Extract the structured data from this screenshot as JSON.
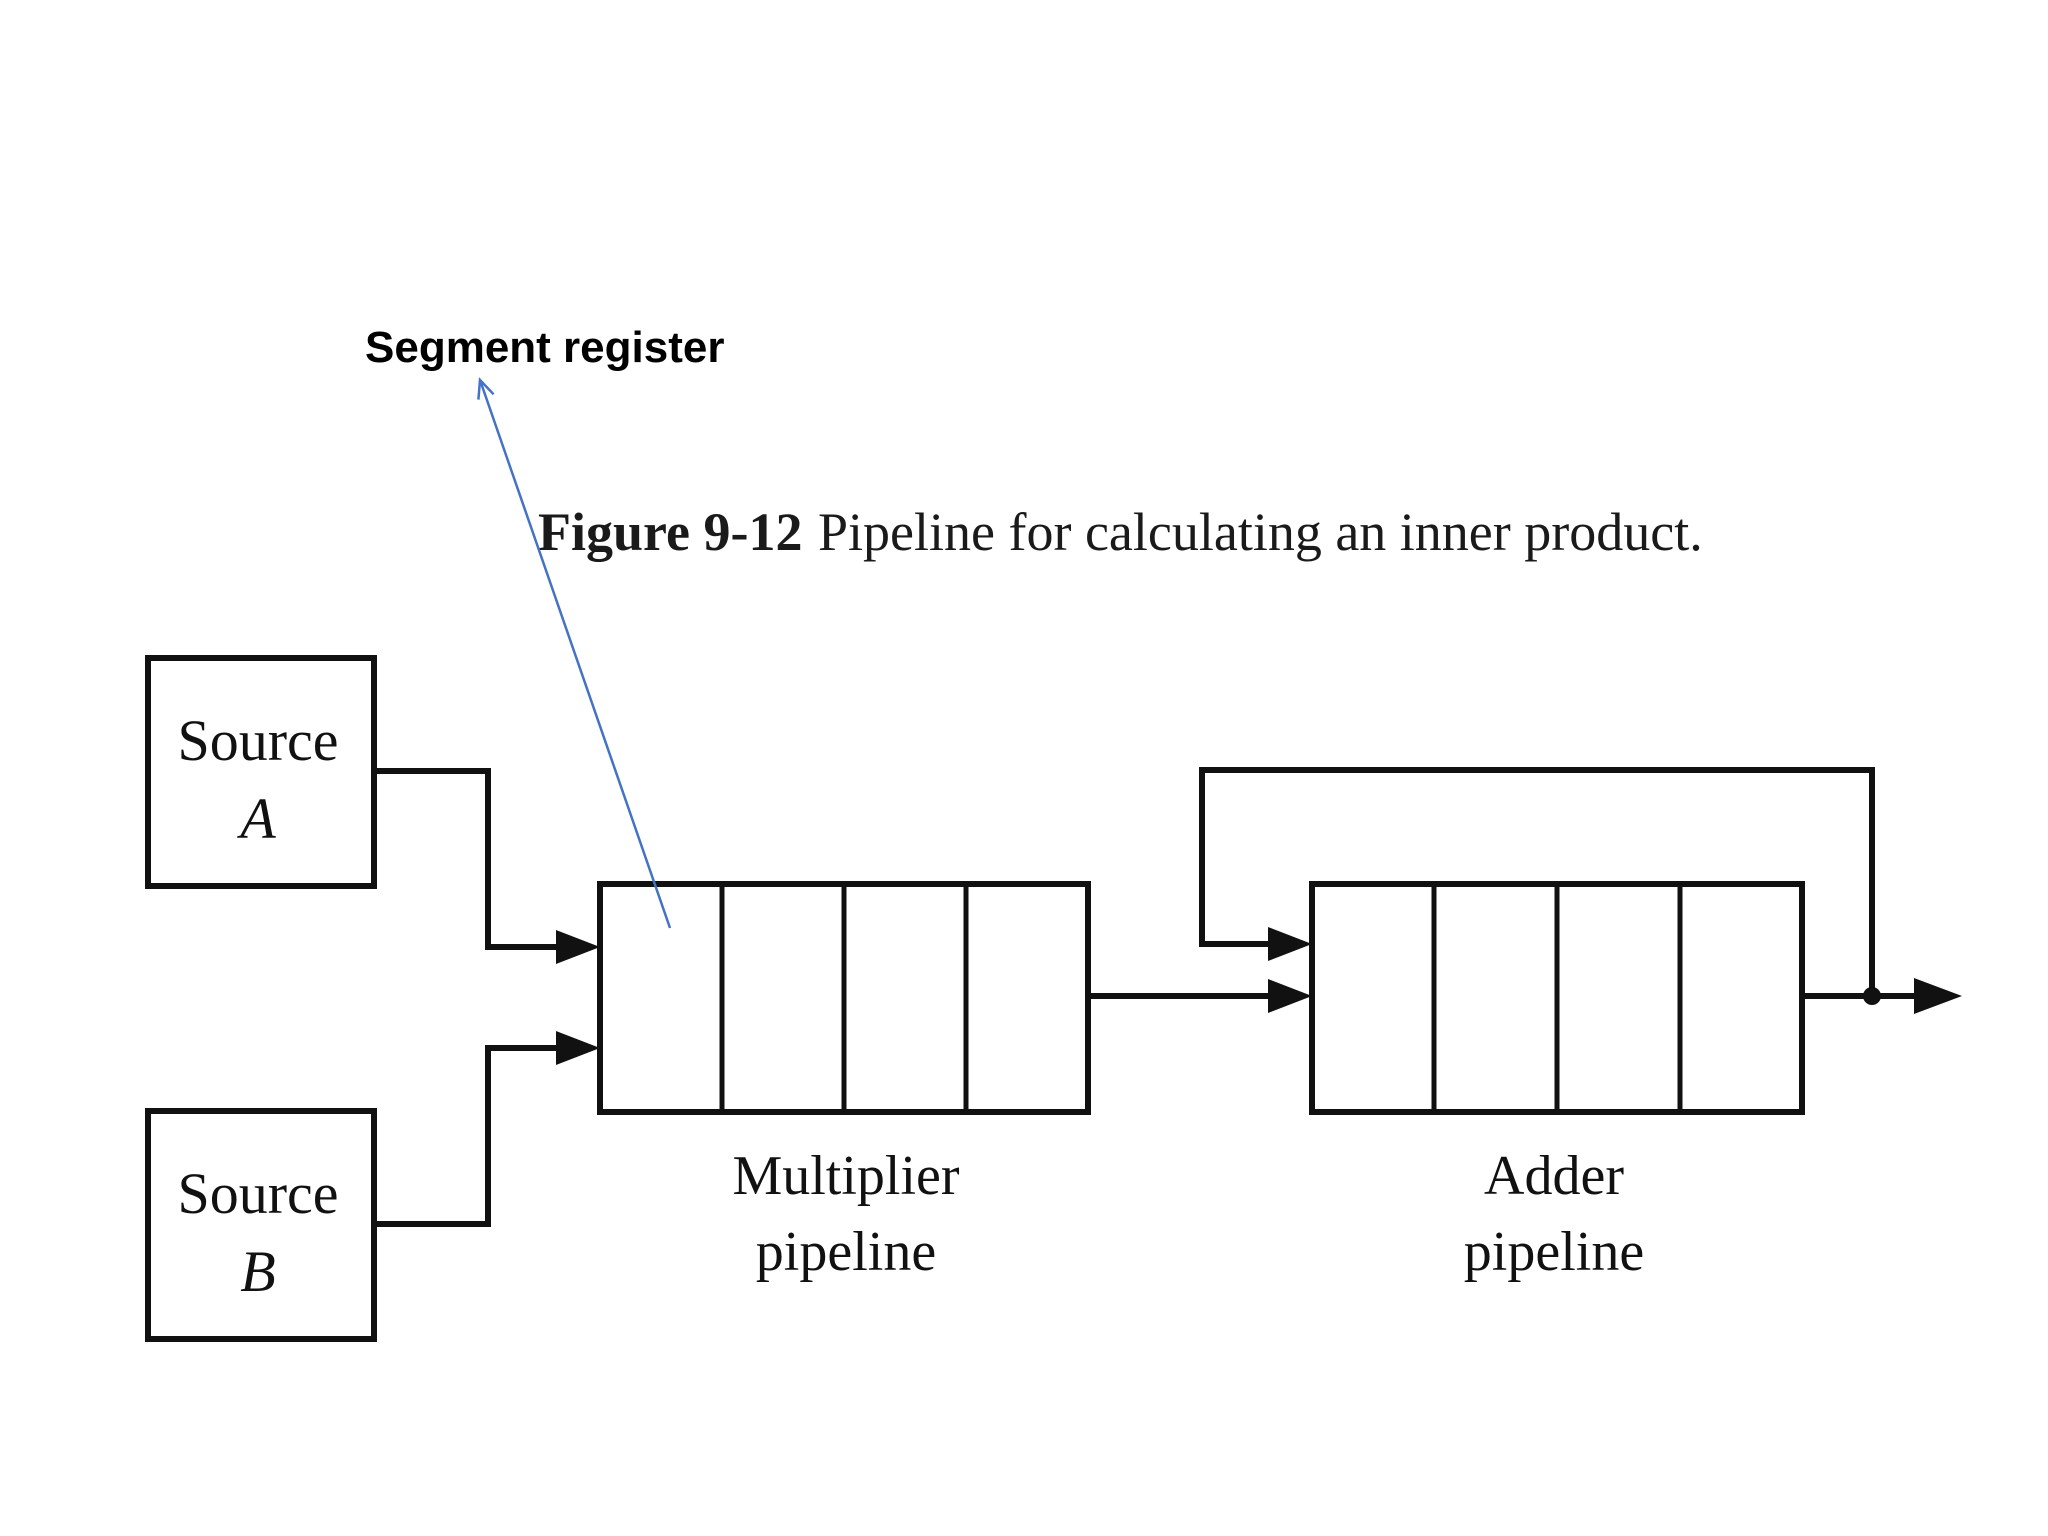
{
  "annotation": {
    "label": "Segment register",
    "color": "#4472c4"
  },
  "caption": {
    "number": "Figure 9-12",
    "text": "Pipeline for calculating an inner product."
  },
  "sources": [
    {
      "word": "Source",
      "letter": "A"
    },
    {
      "word": "Source",
      "letter": "B"
    }
  ],
  "multiplier": {
    "line1": "Multiplier",
    "line2": "pipeline",
    "segments": 4
  },
  "adder": {
    "line1": "Adder",
    "line2": "pipeline",
    "segments": 4
  }
}
